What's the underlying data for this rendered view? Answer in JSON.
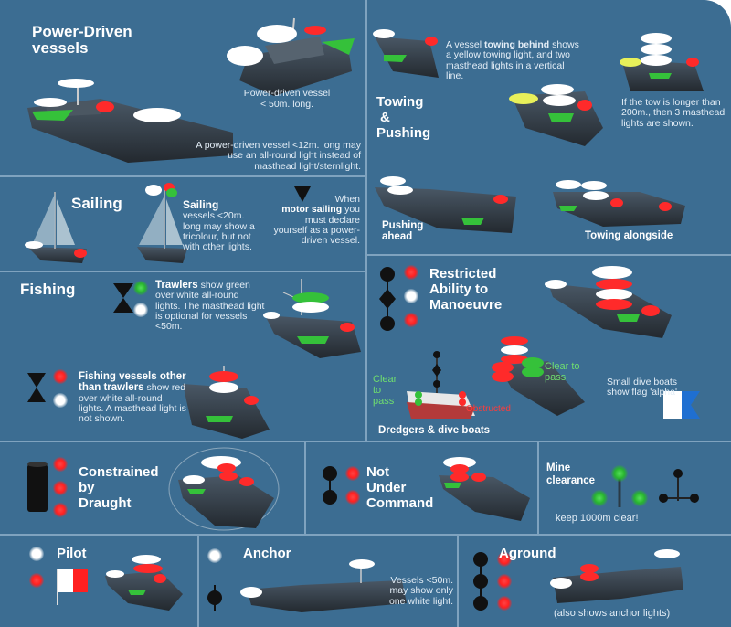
{
  "sections": {
    "power_driven": {
      "title": "Power-Driven vessels",
      "caption_small_1": "Power-driven vessel",
      "caption_small_2": "< 50m. long.",
      "note": "A power-driven vessel <12m. long may use an all-round light instead of masthead light/sternlight."
    },
    "towing": {
      "title_1": "Towing",
      "title_2": "&",
      "title_3": "Pushing",
      "towing_behind_pre": "A vessel ",
      "towing_behind_bold": "towing behind",
      "towing_behind_post": " shows a yellow towing light, and two masthead lights in a vertical line.",
      "long_tow": "If the tow is longer than 200m., then 3 masthead lights are shown.",
      "pushing_ahead": "Pushing ahead",
      "towing_alongside": "Towing alongside"
    },
    "sailing": {
      "title": "Sailing",
      "note_bold": "Sailing",
      "note": "vessels <20m. long may show a tricolour, but not with other lights.",
      "motor_pre": "When",
      "motor_bold": "motor sailing",
      "motor_post": "you must declare yourself as a power-driven vessel."
    },
    "fishing": {
      "title": "Fishing",
      "trawlers_bold": "Trawlers",
      "trawlers_note": "show green over white all-round lights.  The masthead light is optional for vessels <50m.",
      "other_bold": "Fishing vessels other than trawlers",
      "other_note": "show red over white all-round lights.  A masthead light is not shown."
    },
    "restricted": {
      "title_1": "Restricted",
      "title_2": "Ability to",
      "title_3": "Manoeuvre",
      "clear_left": "Clear to pass",
      "obstructed": "Obstructed",
      "clear_right": "Clear to pass",
      "dredgers": "Dredgers & dive boats",
      "dive_flag_note": "Small dive boats show flag 'alpha'"
    },
    "constrained": {
      "title_1": "Constrained",
      "title_2": "by",
      "title_3": "Draught"
    },
    "nuc": {
      "title_1": "Not",
      "title_2": "Under",
      "title_3": "Command"
    },
    "mine": {
      "title_1": "Mine",
      "title_2": "clearance",
      "note": "keep 1000m clear!"
    },
    "pilot": {
      "title": "Pilot"
    },
    "anchor": {
      "title": "Anchor",
      "note": "Vessels <50m. may show only one white light."
    },
    "aground": {
      "title": "Aground",
      "note": "(also shows anchor lights)"
    }
  },
  "colors": {
    "background": "#3c6d92",
    "divider": "#7fa3bf",
    "light_red": "#ff2a2a",
    "light_green": "#35c13a",
    "light_white": "#ffffff",
    "light_yellow": "#e8f05a",
    "hull": "#2f3a44"
  }
}
